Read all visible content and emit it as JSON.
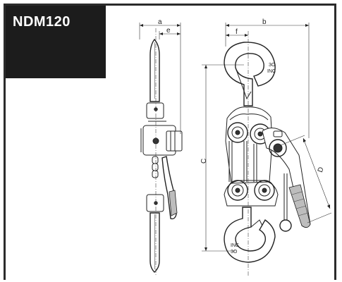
{
  "title": "NDM120",
  "dimensions": {
    "a": "a",
    "b": "b",
    "c": "C",
    "d": "D",
    "e": "e",
    "f": "f"
  },
  "hook_marks": {
    "top_line1": "3O",
    "top_line2": "INC",
    "bottom_line1": "INC",
    "bottom_line2": "3O"
  },
  "colors": {
    "title_background": "#1c1c1c",
    "title_text": "#ffffff",
    "frame": "#2b2b2b",
    "line": "#222222"
  }
}
